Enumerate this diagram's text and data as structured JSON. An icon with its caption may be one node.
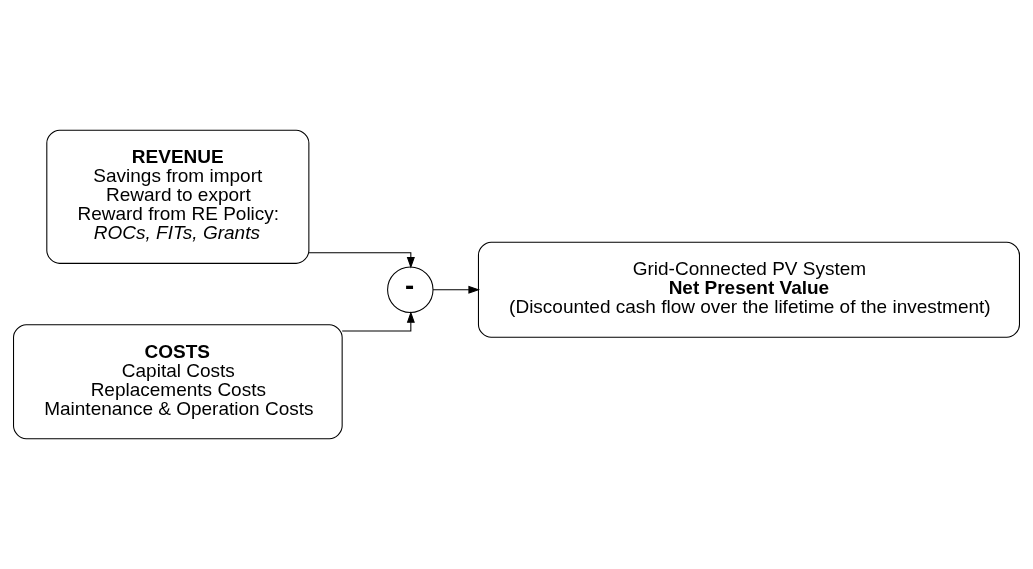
{
  "diagram": {
    "nodes": [
      {
        "text": [
          "REVENUE",
          "Savings from import",
          "Reward to export",
          "Reward from RE Policy:",
          "ROCs, FITs, Grants"
        ]
      },
      {
        "text": [
          "COSTS",
          "Capital Costs",
          "Replacements Costs",
          "Maintenance & Operation Costs"
        ]
      },
      {
        "text": [
          "-"
        ]
      },
      {
        "text": [
          "Grid-Connected PV System",
          "Net Present Value",
          "(Discounted cash flow over the lifetime of the investment)"
        ]
      }
    ],
    "edges": [
      {
        "from": 0,
        "to": 2,
        "arrow": "to"
      },
      {
        "from": 1,
        "to": 2,
        "arrow": "to"
      },
      {
        "from": 2,
        "to": 3,
        "arrow": "to"
      }
    ]
  }
}
